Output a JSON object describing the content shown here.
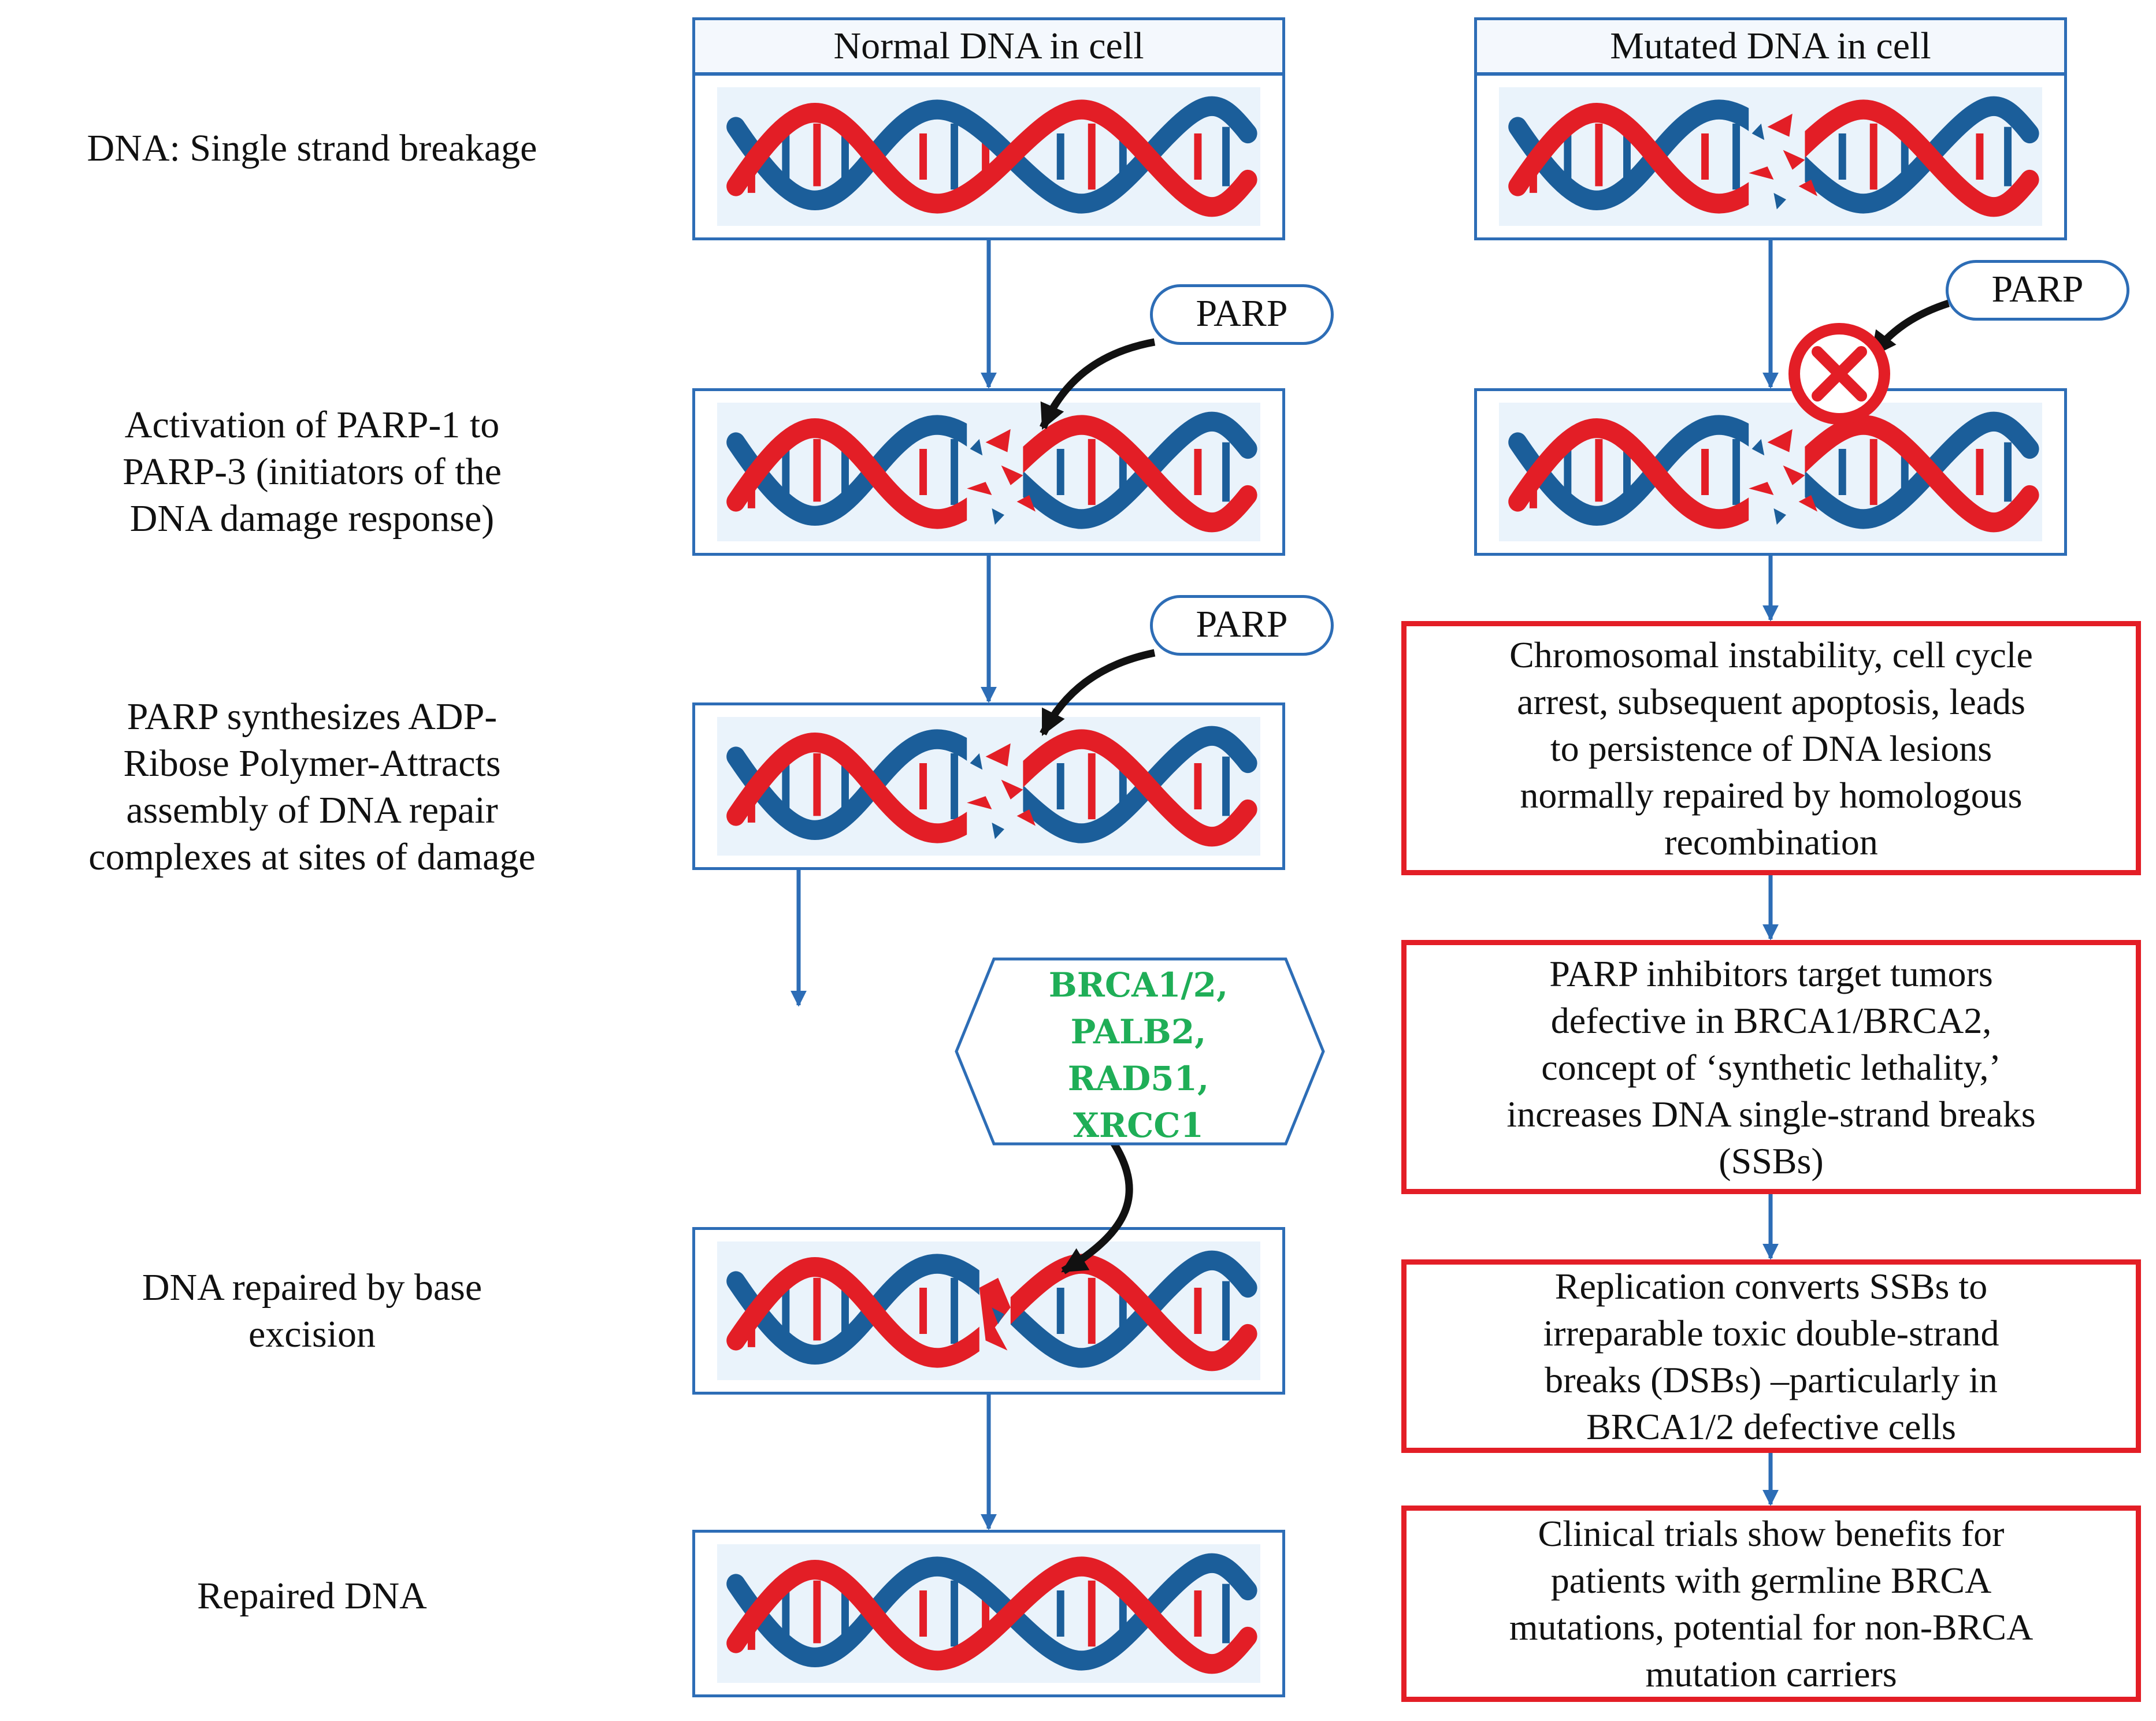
{
  "headers": {
    "normal": "Normal DNA in cell",
    "mutated": "Mutated DNA in cell"
  },
  "row_labels": {
    "single_strand": "DNA: Single strand breakage",
    "activation": [
      "Activation of PARP-1 to",
      "PARP-3 (initiators of the",
      "DNA damage response)"
    ],
    "synthesis": [
      "PARP synthesizes ADP-",
      "Ribose Polymer-Attracts",
      "assembly of DNA repair",
      "complexes at sites of damage"
    ],
    "repair": [
      "DNA repaired by base",
      "excision"
    ],
    "repaired": "Repaired DNA"
  },
  "parp_labels": {
    "normal_1": "PARP",
    "normal_2": "PARP",
    "mutated": "PARP"
  },
  "repair_proteins": [
    "BRCA1/2,",
    "PALB2,",
    "RAD51,",
    "XRCC1"
  ],
  "mutated_steps": [
    [
      "Chromosomal instability, cell cycle",
      "arrest, subsequent apoptosis, leads",
      "to persistence of DNA lesions",
      "normally repaired by homologous",
      "recombination"
    ],
    [
      "PARP inhibitors target tumors",
      "defective in BRCA1/BRCA2,",
      "concept of ‘synthetic lethality,’",
      "increases DNA single-strand breaks",
      "(SSBs)"
    ],
    [
      "Replication converts SSBs to",
      "irreparable toxic double-strand",
      "breaks (DSBs) –particularly in",
      "BRCA1/2 defective cells"
    ],
    [
      "Clinical trials show benefits for",
      "patients with germline BRCA",
      "mutations, potential for non-BRCA",
      "mutation carriers"
    ]
  ],
  "colors": {
    "box_border": "#2d6db6",
    "arrow": "#2d6db6",
    "dna_red": "#e31e26",
    "dna_blue": "#1b5e9a",
    "warning_border": "#e31e26",
    "protein_text": "#1fae57"
  },
  "icons": [
    "dna-helix-icon",
    "break-icon",
    "inhibit-icon"
  ]
}
